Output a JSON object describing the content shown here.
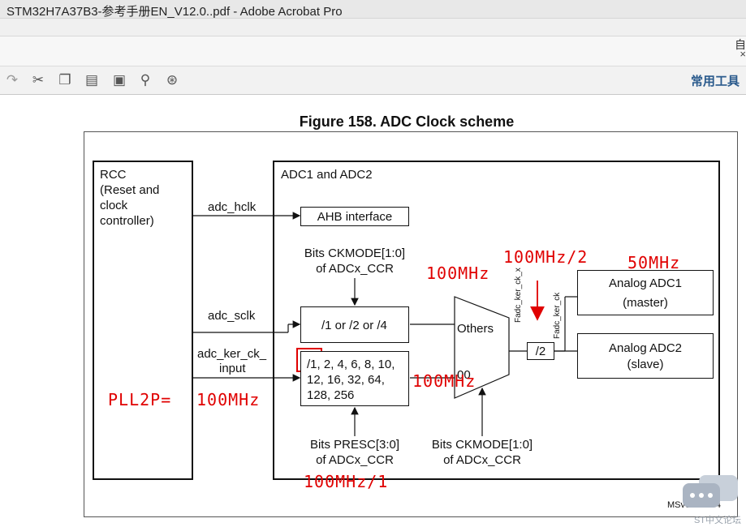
{
  "window": {
    "title": "STM32H7A37B3-参考手册EN_V12.0..pdf - Adobe Acrobat Pro"
  },
  "topstrip": {
    "edge_text": "自",
    "close_glyph": "×"
  },
  "toolbar": {
    "icons": [
      "redo-icon",
      "cut-icon",
      "copy-icon",
      "paste-icon",
      "snapshot-icon",
      "search-icon",
      "find-binoculars-icon"
    ],
    "tools_label": "常用工具"
  },
  "figure": {
    "title": "Figure 158. ADC Clock scheme",
    "rcc": {
      "line1": "RCC",
      "line2": "(Reset and",
      "line3": "clock",
      "line4": "controller)"
    },
    "adc_block": {
      "title": "ADC1 and ADC2"
    },
    "signals": {
      "adc_hclk": "adc_hclk",
      "adc_sclk": "adc_sclk",
      "adc_ker_ck_line1": "adc_ker_ck_",
      "adc_ker_ck_line2": "input"
    },
    "ahb": "AHB interface",
    "ckmode_top": {
      "line1": "Bits CKMODE[1:0]",
      "line2": "of ADCx_CCR"
    },
    "div_sclk": "/1 or /2 or /4",
    "presc_values": {
      "first": "/1",
      "line1_rest": ", 2, 4, 6, 8, 10,",
      "line2": "12, 16, 32, 64,",
      "line3": "128, 256"
    },
    "presc_bits": {
      "line1": "Bits PRESC[3:0]",
      "line2": "of ADCx_CCR"
    },
    "ckmode_bottom": {
      "line1": "Bits CKMODE[1:0]",
      "line2": "of ADCx_CCR"
    },
    "mux": {
      "others": "Others",
      "zero": "00"
    },
    "div2": "/2",
    "adc1": {
      "line1": "Analog ADC1",
      "line2": "(master)"
    },
    "adc2": {
      "line1": "Analog ADC2",
      "line2": "(slave)"
    },
    "f_labels": {
      "f1": "Fadc_ker_ck_x",
      "f2": "Fadc_ker_ck"
    },
    "ref": "MSv62478V4"
  },
  "annotations": {
    "pll2p": "PLL2P=",
    "pll2p_value": "100MHz",
    "mux_in_top": "100MHz",
    "mux_in_bottom": "100MHz",
    "half": "100MHz/2",
    "adc_clock": "50MHz",
    "presc_note": "100MHz/1",
    "red_color": "#e00000"
  },
  "watermark": {
    "text": "ST中文论坛"
  }
}
